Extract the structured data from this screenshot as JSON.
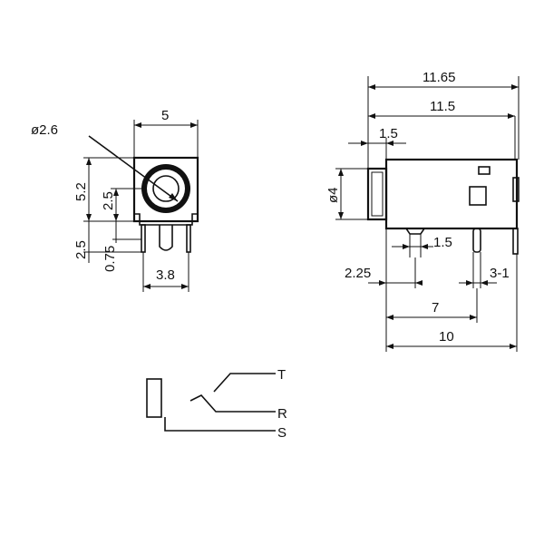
{
  "front_view": {
    "diameter_label": "ø2.6",
    "width_label": "5",
    "height_label": "5.2",
    "center_height_label": "2.5",
    "pin_length_label": "2.5",
    "pin_offset_label": "0.75",
    "pin_spacing_label": "3.8"
  },
  "side_view": {
    "overall_length_label": "11.65",
    "body_length_label": "11.5",
    "flange_label": "1.5",
    "diameter_label": "ø4",
    "pin_width_label": "1.5",
    "first_pin_label": "2.25",
    "rear_pin_label": "3-1",
    "pin_pitch_label": "7",
    "body_label": "10"
  },
  "schematic": {
    "tip_label": "T",
    "ring_label": "R",
    "sleeve_label": "S"
  }
}
